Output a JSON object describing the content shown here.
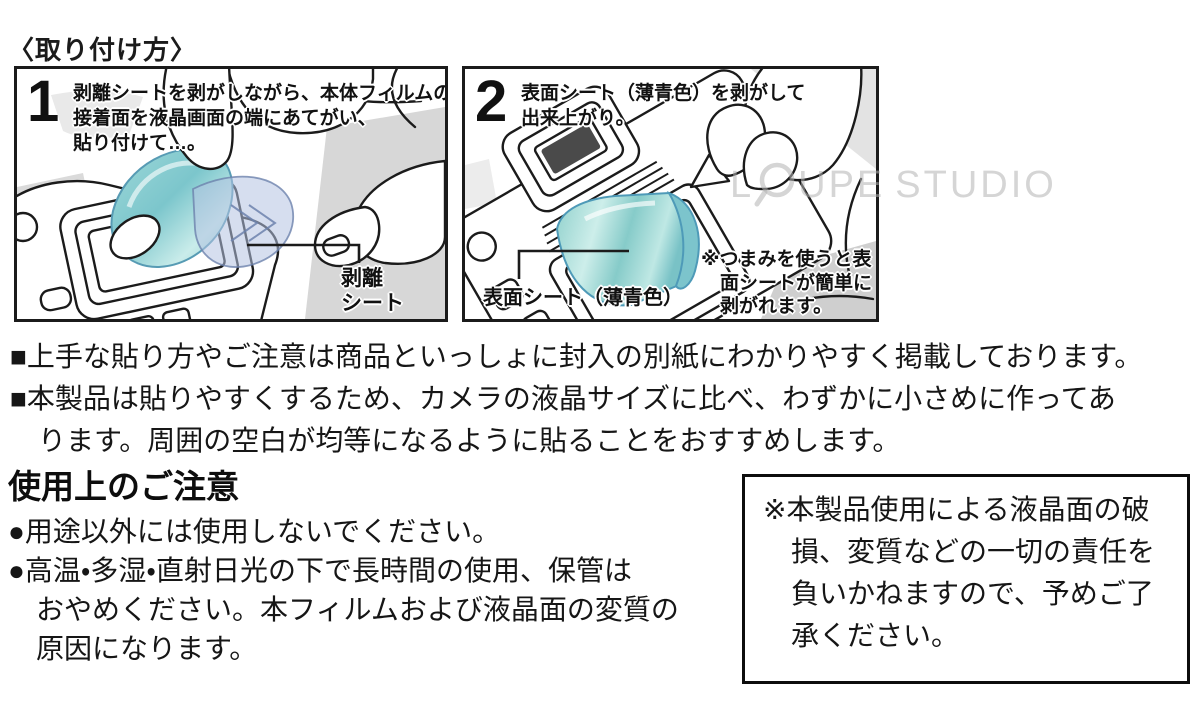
{
  "page": {
    "title": "〈取り付け方〉"
  },
  "watermark": {
    "full_text": "LOUPE STUDIO",
    "part_l": "L",
    "part_upe": "UPE",
    "part_studio": "STUDIO"
  },
  "steps": [
    {
      "number": "1",
      "instruction_lines": [
        "剥離シートを剥がしながら、本体フィルムの",
        "接着面を液晶画面の端にあてがい、",
        "貼り付けて…。"
      ],
      "callout_label_lines": [
        "剥離",
        "シート"
      ]
    },
    {
      "number": "2",
      "instruction_lines": [
        "表面シート（薄青色）を剥がして",
        "出来上がり。"
      ],
      "callout_label": "表面シート（薄青色）",
      "note_lines": [
        "※つまみを使うと表",
        "面シートが簡単に",
        "剥がれます。"
      ]
    }
  ],
  "handling_notes": [
    {
      "lines": [
        "■上手な貼り方やご注意は商品といっしょに封入の別紙にわかりやすく掲載しております。"
      ]
    },
    {
      "lines": [
        "■本製品は貼りやすくするため、カメラの液晶サイズに比べ、わずかに小さめに作ってあ",
        "ります。周囲の空白が均等になるように貼ることをおすすめします。"
      ]
    }
  ],
  "usage_caution": {
    "heading": "使用上のご注意",
    "items": [
      {
        "lines": [
          "●用途以外には使用しないでください。"
        ]
      },
      {
        "lines": [
          "●高温・多湿・直射日光の下で長時間の使用、保管は",
          "おやめください。本フィルムおよび液晶面の変質の",
          "原因になります。"
        ]
      }
    ]
  },
  "disclaimer_box": {
    "lines": [
      "※本製品使用による液晶面の破",
      "損、変質などの一切の責任を",
      "負いかねますので、予めご了",
      "承ください。"
    ]
  },
  "colors": {
    "ink": "#1b1b1b",
    "film_teal": "#82c9cf",
    "film_teal_light": "#d6f0ee",
    "film_edge": "#4e9ab8",
    "release_sheet": "#b4c3e2",
    "shade_gray": "#d8d8d8",
    "watermark_gray": "#b2b2b2"
  }
}
